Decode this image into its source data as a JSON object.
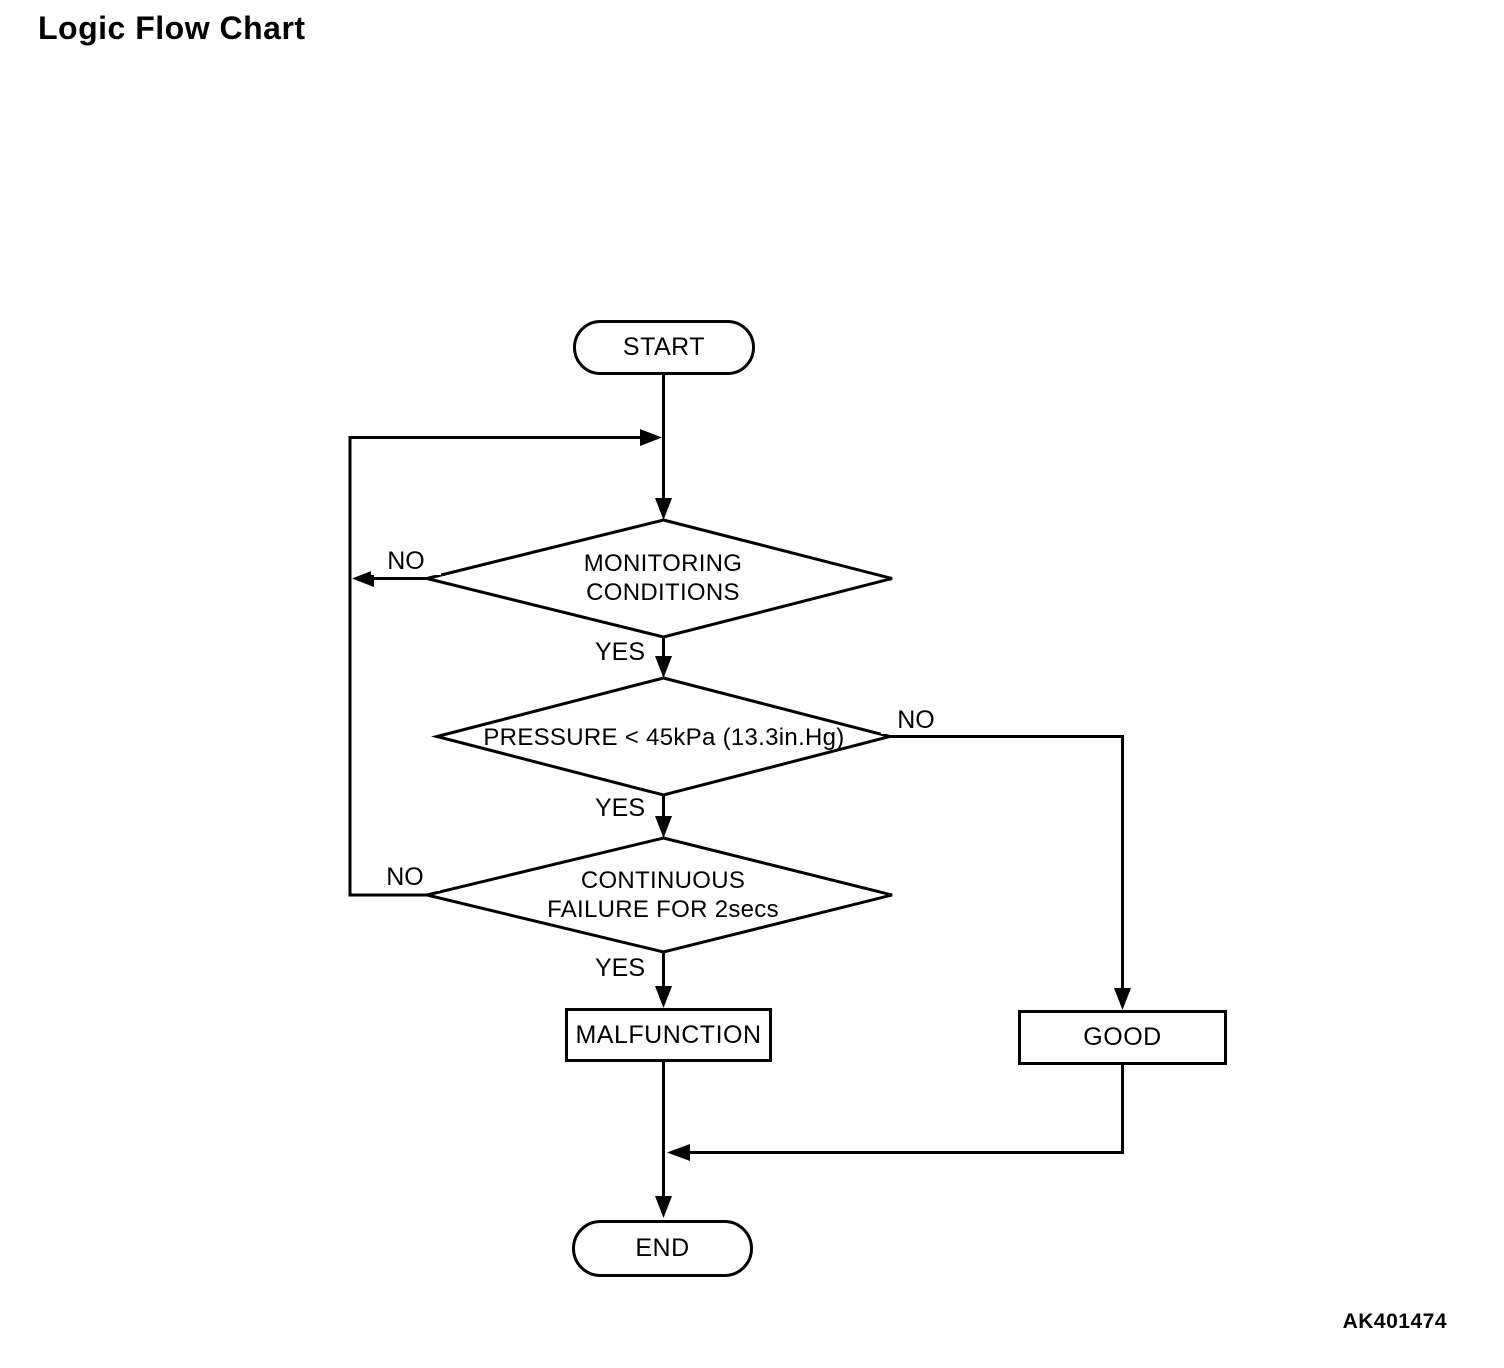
{
  "page": {
    "title": "Logic Flow Chart",
    "figure_code": "AK401474",
    "background_color": "#ffffff",
    "line_color": "#000000"
  },
  "nodes": {
    "start": {
      "label": "START"
    },
    "monitoring_conditions": {
      "line1": "MONITORING",
      "line2": "CONDITIONS"
    },
    "pressure_check": {
      "label": "PRESSURE < 45kPa (13.3in.Hg)"
    },
    "continuous_failure": {
      "line1": "CONTINUOUS",
      "line2": "FAILURE FOR 2secs"
    },
    "malfunction": {
      "label": "MALFUNCTION"
    },
    "good": {
      "label": "GOOD"
    },
    "end": {
      "label": "END"
    }
  },
  "edge_labels": {
    "monitoring_no": "NO",
    "monitoring_yes": "YES",
    "pressure_no": "NO",
    "pressure_yes": "YES",
    "continuous_no": "NO",
    "continuous_yes": "YES"
  }
}
